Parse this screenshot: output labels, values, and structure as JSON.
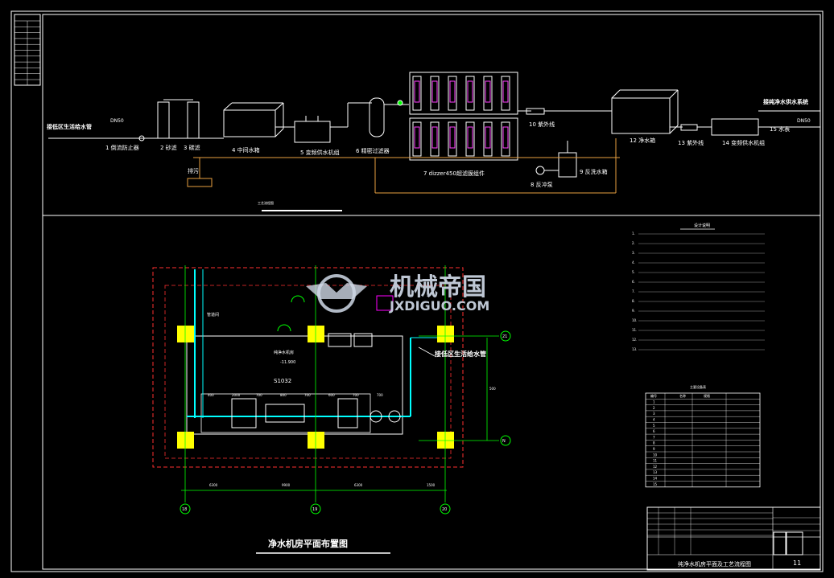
{
  "colors": {
    "frame": "#ffffff",
    "inner_frame": "#ffffff",
    "process_pipe": "#ffffff",
    "drain_pipe": "#e8a040",
    "column": "#ffff00",
    "wall": "#ff3030",
    "grid": "#00ff00",
    "cyan_pipe": "#00ffff",
    "magenta": "#ff00ff",
    "watermark": "#cfd8e6"
  },
  "process": {
    "inlet_label": "接低区生活给水管",
    "inlet_dn": "DN50",
    "outlet_label": "接纯净水供水系统",
    "outlet_dn": "DN50",
    "drain_label": "排污",
    "caption": "工艺流程图",
    "equipment": [
      {
        "no": "1",
        "name": "倒流防止器"
      },
      {
        "no": "2",
        "name": "砂滤"
      },
      {
        "no": "3",
        "name": "碳滤"
      },
      {
        "no": "4",
        "name": "中间水箱"
      },
      {
        "no": "5",
        "name": "变频供水机组"
      },
      {
        "no": "6",
        "name": "精密过滤器"
      },
      {
        "no": "7",
        "name": "dizzer450超滤膜组件"
      },
      {
        "no": "8",
        "name": "反冲泵"
      },
      {
        "no": "9",
        "name": "反洗水箱"
      },
      {
        "no": "10",
        "name": "紫外线"
      },
      {
        "no": "12",
        "name": "净水箱"
      },
      {
        "no": "13",
        "name": "紫外线"
      },
      {
        "no": "14",
        "name": "变频供水机组"
      },
      {
        "no": "15",
        "name": "水表"
      }
    ]
  },
  "plan": {
    "title": "净水机房平面布置图",
    "room_label": "纯净水机房",
    "room_elev": "-11.900",
    "left_room_label": "管道间",
    "pipe_note": "接低区生活给水管",
    "dim_code": "S1032",
    "grid_marks": [
      "18",
      "19",
      "20",
      "21",
      "N"
    ],
    "dims_top": [
      "400",
      "2000",
      "700",
      "800",
      "700",
      "600",
      "700",
      "700"
    ],
    "dims_bottom": [
      "6300",
      "9900",
      "6300",
      "1500"
    ],
    "dim_right": "500"
  },
  "notes": {
    "title": "设计说明",
    "items": [
      "1",
      "2",
      "3",
      "4",
      "5",
      "6",
      "7",
      "8",
      "9",
      "10",
      "11",
      "12",
      "13"
    ]
  },
  "equipment_table": {
    "title": "主要设备表",
    "header": [
      "编号",
      "名称",
      "规格"
    ],
    "rows": [
      "1",
      "2",
      "3",
      "4",
      "5",
      "6",
      "7",
      "8",
      "9",
      "10",
      "11",
      "12",
      "13",
      "14",
      "15"
    ]
  },
  "title_block": {
    "drawing_title": "纯净水机房平面及工艺流程图",
    "sheet_no": "11"
  },
  "watermark": {
    "cn": "机械帝国",
    "en": "JXDIGUO.COM"
  }
}
